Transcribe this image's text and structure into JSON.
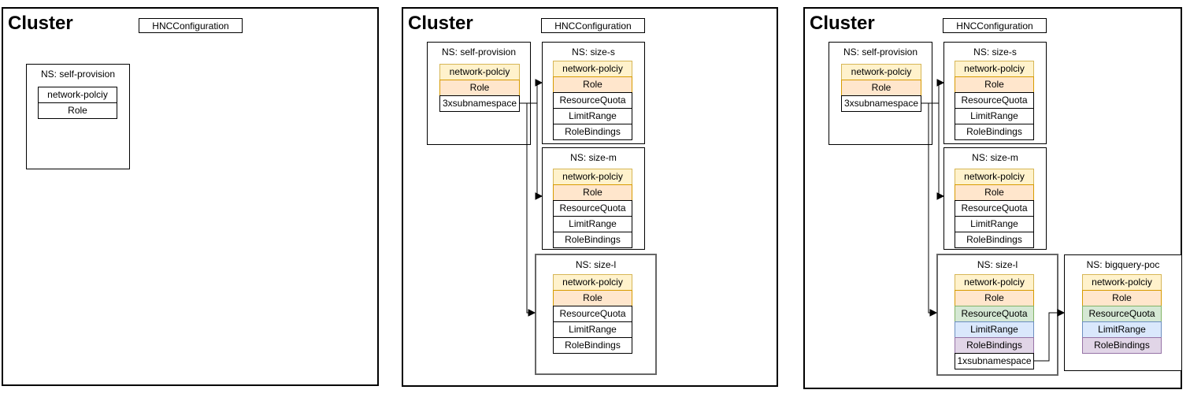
{
  "colors": {
    "yellow_fill": "#FFF2CC",
    "yellow_stroke": "#D6B656",
    "orange_fill": "#FFE6CC",
    "orange_stroke": "#D79B00",
    "green_fill": "#D5E8D4",
    "green_stroke": "#82B366",
    "blue_fill": "#DAE8FC",
    "blue_stroke": "#6C8EBF",
    "purple_fill": "#E1D5E7",
    "purple_stroke": "#9673A6",
    "namespace_l_border": "#666666",
    "line_color": "#000000"
  },
  "panels": [
    {
      "title": "Cluster",
      "config_label": "HNCConfiguration",
      "namespaces": [
        {
          "title": "NS: self-provision",
          "rows": [
            {
              "label": "network-polciy",
              "color": "white"
            },
            {
              "label": "Role",
              "color": "white"
            }
          ]
        }
      ],
      "connections": []
    },
    {
      "title": "Cluster",
      "config_label": "HNCConfiguration",
      "namespaces": [
        {
          "title": "NS: self-provision",
          "rows": [
            {
              "label": "network-polciy",
              "color": "yellow"
            },
            {
              "label": "Role",
              "color": "orange"
            },
            {
              "label": "3xsubnamespace",
              "color": "white"
            }
          ]
        },
        {
          "title": "NS: size-s",
          "rows": [
            {
              "label": "network-polciy",
              "color": "yellow"
            },
            {
              "label": "Role",
              "color": "orange"
            },
            {
              "label": "ResourceQuota",
              "color": "white"
            },
            {
              "label": "LimitRange",
              "color": "white"
            },
            {
              "label": "RoleBindings",
              "color": "white"
            }
          ]
        },
        {
          "title": "NS: size-m",
          "rows": [
            {
              "label": "network-polciy",
              "color": "yellow"
            },
            {
              "label": "Role",
              "color": "orange"
            },
            {
              "label": "ResourceQuota",
              "color": "white"
            },
            {
              "label": "LimitRange",
              "color": "white"
            },
            {
              "label": "RoleBindings",
              "color": "white"
            }
          ]
        },
        {
          "title": "NS: size-l",
          "border": "gray",
          "rows": [
            {
              "label": "network-polciy",
              "color": "yellow"
            },
            {
              "label": "Role",
              "color": "orange"
            },
            {
              "label": "ResourceQuota",
              "color": "white"
            },
            {
              "label": "LimitRange",
              "color": "white"
            },
            {
              "label": "RoleBindings",
              "color": "white"
            }
          ]
        }
      ],
      "connections": [
        {
          "from": "3xsubnamespace",
          "to": "NS: size-s"
        },
        {
          "from": "3xsubnamespace",
          "to": "NS: size-m"
        },
        {
          "from": "3xsubnamespace",
          "to": "NS: size-l"
        }
      ]
    },
    {
      "title": "Cluster",
      "config_label": "HNCConfiguration",
      "namespaces": [
        {
          "title": "NS: self-provision",
          "rows": [
            {
              "label": "network-polciy",
              "color": "yellow"
            },
            {
              "label": "Role",
              "color": "orange"
            },
            {
              "label": "3xsubnamespace",
              "color": "white"
            }
          ]
        },
        {
          "title": "NS: size-s",
          "rows": [
            {
              "label": "network-polciy",
              "color": "yellow"
            },
            {
              "label": "Role",
              "color": "orange"
            },
            {
              "label": "ResourceQuota",
              "color": "white"
            },
            {
              "label": "LimitRange",
              "color": "white"
            },
            {
              "label": "RoleBindings",
              "color": "white"
            }
          ]
        },
        {
          "title": "NS: size-m",
          "rows": [
            {
              "label": "network-polciy",
              "color": "yellow"
            },
            {
              "label": "Role",
              "color": "orange"
            },
            {
              "label": "ResourceQuota",
              "color": "white"
            },
            {
              "label": "LimitRange",
              "color": "white"
            },
            {
              "label": "RoleBindings",
              "color": "white"
            }
          ]
        },
        {
          "title": "NS: size-l",
          "border": "gray",
          "rows": [
            {
              "label": "network-polciy",
              "color": "yellow"
            },
            {
              "label": "Role",
              "color": "orange"
            },
            {
              "label": "ResourceQuota",
              "color": "green"
            },
            {
              "label": "LimitRange",
              "color": "blue"
            },
            {
              "label": "RoleBindings",
              "color": "purple"
            },
            {
              "label": "1xsubnamespace",
              "color": "white"
            }
          ]
        },
        {
          "title": "NS: bigquery-poc",
          "rows": [
            {
              "label": "network-polciy",
              "color": "yellow"
            },
            {
              "label": "Role",
              "color": "orange"
            },
            {
              "label": "ResourceQuota",
              "color": "green"
            },
            {
              "label": "LimitRange",
              "color": "blue"
            },
            {
              "label": "RoleBindings",
              "color": "purple"
            }
          ]
        }
      ],
      "connections": [
        {
          "from": "3xsubnamespace",
          "to": "NS: size-s"
        },
        {
          "from": "3xsubnamespace",
          "to": "NS: size-m"
        },
        {
          "from": "3xsubnamespace",
          "to": "NS: size-l"
        },
        {
          "from": "1xsubnamespace",
          "to": "NS: bigquery-poc"
        }
      ]
    }
  ]
}
